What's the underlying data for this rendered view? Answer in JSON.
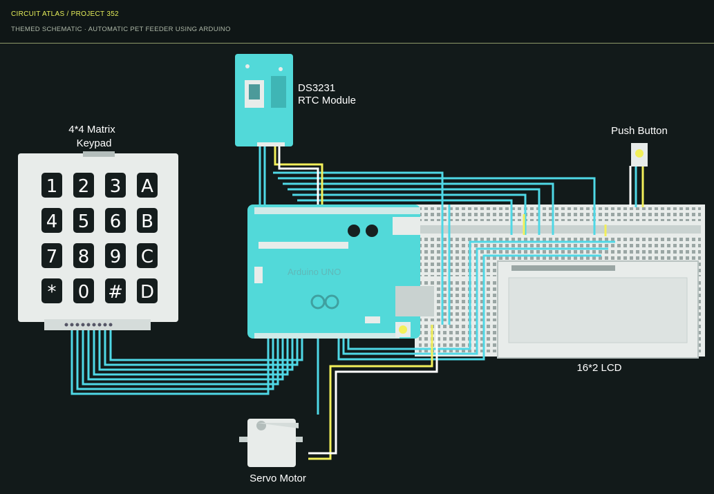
{
  "header": {
    "brand": "CIRCUIT ATLAS / PROJECT 352",
    "subtitle": "THEMED SCHEMATIC · AUTOMATIC PET FEEDER USING ARDUINO"
  },
  "components": {
    "keypad": {
      "label_line1": "4*4 Matrix",
      "label_line2": "Keypad",
      "keys": [
        "1",
        "2",
        "3",
        "A",
        "4",
        "5",
        "6",
        "B",
        "7",
        "8",
        "9",
        "C",
        "*",
        "0",
        "#",
        "D"
      ]
    },
    "rtc": {
      "label_line1": "DS3231",
      "label_line2": "RTC Module"
    },
    "button": {
      "label": "Push Button"
    },
    "arduino": {
      "silk": "Arduino UNO"
    },
    "lcd": {
      "label": "16*2 LCD"
    },
    "servo": {
      "label": "Servo Motor"
    }
  },
  "colors": {
    "background": "#121a1a",
    "board": "#52d9d9",
    "wire_cyan": "#4fd8e6",
    "wire_yellow": "#f3f05a",
    "wire_white": "#ffffff",
    "panel": "#e8ecea"
  }
}
